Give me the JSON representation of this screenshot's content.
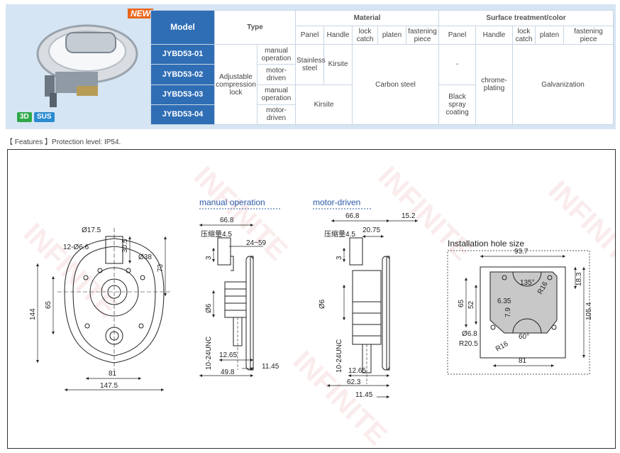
{
  "badges": {
    "new": "NEW",
    "d3": "3D",
    "sus": "SUS"
  },
  "table": {
    "h_model": "Model",
    "h_type": "Type",
    "h_material": "Material",
    "h_surface": "Surface treatment/color",
    "sub": [
      "Panel",
      "Handle",
      "lock catch",
      "platen",
      "fastening piece",
      "Panel",
      "Handle",
      "lock catch",
      "platen",
      "fastening piece"
    ],
    "models": [
      "JYBD53-01",
      "JYBD53-02",
      "JYBD53-03",
      "JYBD53-04"
    ],
    "type_main": "Adjustable compression lock",
    "ops": [
      "manual operation",
      "motor-driven",
      "manual operation",
      "motor-driven"
    ],
    "stainless": "Stainless steel",
    "kirsite": "Kirsite",
    "kirsite2": "Kirsite",
    "carbon": "Carbon steel",
    "dash": "-",
    "black": "Black spray coating",
    "chrome": "chrome-plating",
    "galv": "Galvanization"
  },
  "features": "【 Features 】Protection level: IP54.",
  "watermark": "INFINITE",
  "front": {
    "d17_5": "Ø17.5",
    "d6_6": "12-Ø6.6",
    "h30_5": "30.5",
    "d38": "Ø38",
    "h73": "73",
    "h144": "144",
    "h65": "65",
    "w81": "81",
    "w147_5": "147.5"
  },
  "manual": {
    "title": "manual operation",
    "w66_8": "66.8",
    "compress": "压缩量4.5",
    "v3": "3",
    "r24_59": "24~59",
    "d6": "Ø6",
    "unc": "10-24UNC",
    "w12_65": "12.65",
    "w49_8": "49.8",
    "w11_45": "11.45"
  },
  "motor": {
    "title": "motor-driven",
    "w66_8": "66.8",
    "w15_2": "15.2",
    "compress": "压缩量4.5",
    "w20_75": "20.75",
    "v3": "3",
    "d6": "Ø6",
    "unc": "10-24UNC",
    "w12_65": "12.65",
    "w62_3": "62.3",
    "w11_45": "11.45"
  },
  "hole": {
    "title": "Installation hole size",
    "w93_7": "93.7",
    "a135": "135°",
    "r16a": "R16",
    "h18_3": "18.3",
    "h105_4": "105.4",
    "h65": "65",
    "h52": "52",
    "w6_35": "6.35",
    "v7_9": "7.9",
    "d6_8": "Ø6.8",
    "r20_5": "R20.5",
    "r16b": "R16",
    "a60": "60°",
    "w81": "81"
  }
}
